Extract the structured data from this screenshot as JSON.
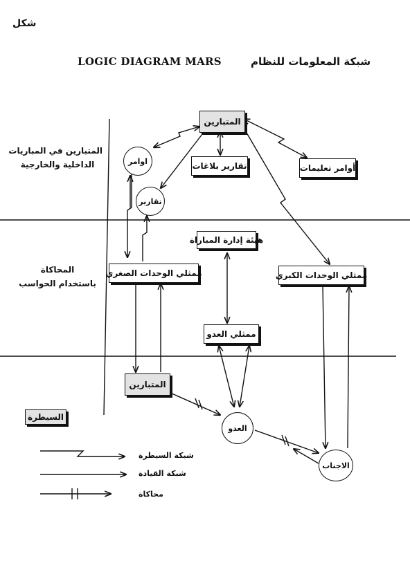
{
  "corner_label": "شكل",
  "title_en": "LOGIC DIAGRAM  MARS",
  "title_ar": "شبكة المعلومات للنظام",
  "zones": {
    "zone1_line1": "المتبارين في المباريات",
    "zone1_line2": "الداخلية والخارجية",
    "zone2_line1": "المحاكاة",
    "zone2_line2": "باستخدام الحواسب",
    "zone3": "السيطرة"
  },
  "nodes": {
    "top_players": "المتبارين",
    "orders": "اوامر",
    "reports_circle": "تقارير",
    "reports_box": "تقارير بلاغات",
    "instructions": "أوامر تعليمات",
    "match_board": "هيئة إدارة المباراة",
    "small_units": "ممثلي الوحدات الصغري",
    "large_units": "ممثلي الوحدات الكبري",
    "enemy_reps": "ممثلي العدو",
    "bottom_players": "المتبارين",
    "enemy": "العدو",
    "foreigners": "الاجناب"
  },
  "legend": {
    "control_net": "شبكة السيطرة",
    "command_net": "شبكة القيادة",
    "simulation": "محاكاة"
  }
}
